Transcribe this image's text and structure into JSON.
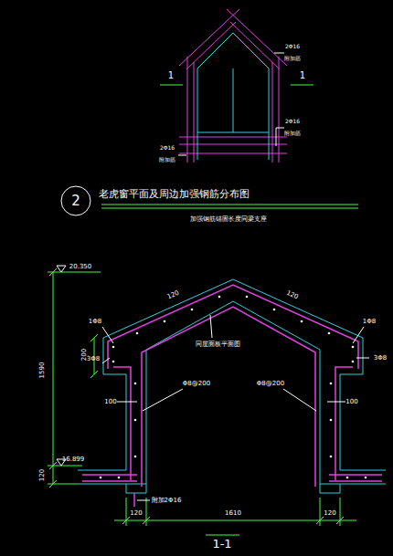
{
  "diagram": {
    "title": "老虎窗平面及周边加强钢筋分布图",
    "caption": "1-1",
    "nodes": [
      {
        "text": [
          "2"
        ]
      }
    ],
    "labels": [
      "1",
      "1",
      "2Φ16",
      "附加筋",
      "2Φ16",
      "附加筋",
      "2Φ16",
      "附加筋",
      "加强钢筋锚固长度同梁支座",
      "20.350",
      "16.899",
      "1590",
      "120",
      "120",
      "120",
      "1Φ8",
      "3Φ8",
      "200",
      "100",
      "Φ8@200",
      "同屋面板平面图",
      "1Φ8",
      "3Φ8",
      "100",
      "Φ8@200",
      "附加2Φ16",
      "120",
      "1610",
      "120"
    ]
  }
}
